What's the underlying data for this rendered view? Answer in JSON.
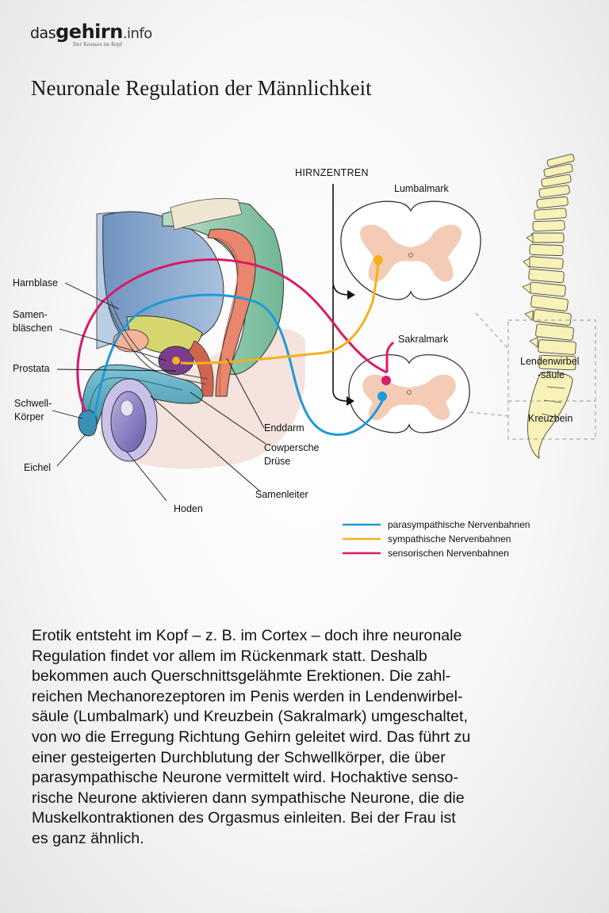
{
  "logo": {
    "das": "das",
    "gehirn": "gehirn",
    "suffix": ".info",
    "tagline": "Der Kosmos im Kopf"
  },
  "title": "Neuronale Regulation der Männlichkeit",
  "labels": {
    "hirnzentren": "HIRNZENTREN",
    "lumbalmark": "Lumbalmark",
    "sakralmark": "Sakralmark",
    "harnblase": "Harnblase",
    "samen_1": "Samen-",
    "samen_2": "bläschen",
    "prostata": "Prostata",
    "schwell_1": "Schwell-",
    "schwell_2": "Körper",
    "eichel": "Eichel",
    "hoden": "Hoden",
    "samenleiter": "Samenleiter",
    "enddarm": "Enddarm",
    "cowper_1": "Cowpersche",
    "cowper_2": "Drüse",
    "lendenwirbel_1": "Lendenwirbel",
    "lendenwirbel_2": "-säule",
    "kreuzbein": "Kreuzbein"
  },
  "legend": [
    {
      "label": "parasympathische Nervenbahnen",
      "color": "#1f9ad9"
    },
    {
      "label": "sympathische Nervenbahnen",
      "color": "#f3b21c"
    },
    {
      "label": "sensorischen Nervenbahnen",
      "color": "#d81b6a"
    }
  ],
  "colors": {
    "spinal_gray": "#f4cbb5",
    "spine_bone": "#f8f1b8",
    "prostate_purple": "#7b3d8b",
    "tissue_green": "#8fc9a8",
    "bladder_blue": "#8aa9cc"
  },
  "body_lines": [
    "Erotik entsteht im Kopf – z. B. im Cortex – doch ihre neuronale",
    "Regulation findet vor allem im Rückenmark statt. Deshalb",
    "bekommen auch Querschnittsgelähmte Erektionen. Die zahl-",
    "reichen Mechanorezeptoren im Penis werden in Lendenwirbel-",
    "säule (Lumbalmark) und Kreuzbein (Sakralmark) umgeschaltet,",
    "von wo die Erregung Richtung Gehirn geleitet wird. Das führt zu",
    "einer gesteigerten Durchblutung der Schwellkörper, die über",
    "parasympathische Neurone vermittelt wird. Hochaktive senso-",
    "rische Neurone aktivieren dann sympathische Neurone, die die",
    "Muskelkontraktionen des Orgasmus einleiten. Bei der Frau ist",
    "es ganz ähnlich."
  ]
}
